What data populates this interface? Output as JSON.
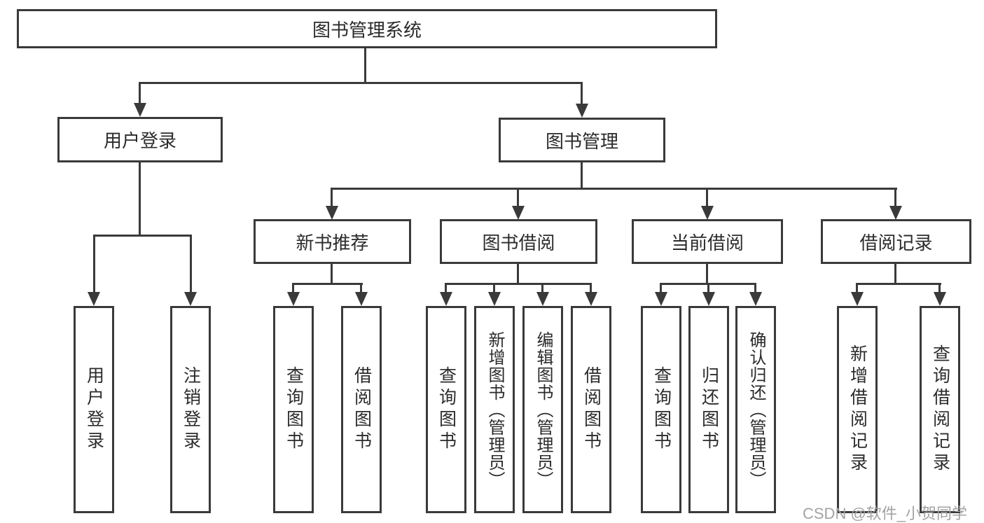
{
  "root": {
    "label": "图书管理系统"
  },
  "branches": [
    {
      "label": "用户登录",
      "children": [
        {
          "label": "用户登录"
        },
        {
          "label": "注销登录"
        }
      ]
    },
    {
      "label": "图书管理",
      "children": [
        {
          "label": "新书推荐",
          "children": [
            {
              "label": "查询图书"
            },
            {
              "label": "借阅图书"
            }
          ]
        },
        {
          "label": "图书借阅",
          "children": [
            {
              "label": "查询图书"
            },
            {
              "label": "新增图书（管理员）"
            },
            {
              "label": "编辑图书（管理员）"
            },
            {
              "label": "借阅图书"
            }
          ]
        },
        {
          "label": "当前借阅",
          "children": [
            {
              "label": "查询图书"
            },
            {
              "label": "归还图书"
            },
            {
              "label": "确认归还（管理员）"
            }
          ]
        },
        {
          "label": "借阅记录",
          "children": [
            {
              "label": "新增借阅记录"
            },
            {
              "label": "查询借阅记录"
            }
          ]
        }
      ]
    }
  ],
  "watermark": "CSDN @软件_小贺同学",
  "colors": {
    "line": "#3a3a3a",
    "text": "#2b2b2b",
    "watermark": "#a3a3a3",
    "background": "#ffffff"
  }
}
